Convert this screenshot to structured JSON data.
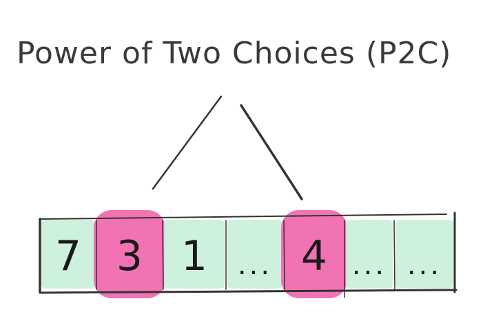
{
  "title": "Power of Two Choices (P2C)",
  "cells": [
    {
      "label": "7",
      "highlighted": false
    },
    {
      "label": "3",
      "highlighted": true
    },
    {
      "label": "1",
      "highlighted": false
    },
    {
      "label": "...",
      "highlighted": false
    },
    {
      "label": "4",
      "highlighted": true
    },
    {
      "label": "...",
      "highlighted": false
    },
    {
      "label": "...",
      "highlighted": false
    }
  ],
  "colors": {
    "default_fill": "#c8f0d8",
    "highlight_fill": "#f06bb0",
    "stroke": "#333333",
    "title": "#3a3a3a"
  }
}
